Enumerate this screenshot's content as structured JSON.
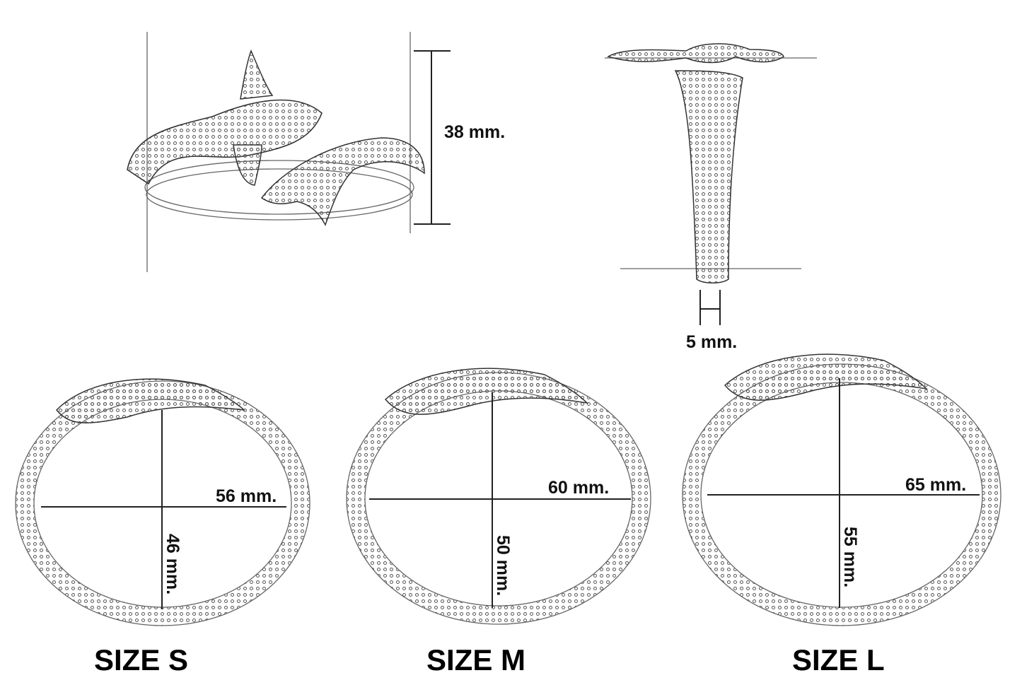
{
  "top_view": {
    "height_label": "38 mm."
  },
  "side_view": {
    "width_label": "5 mm."
  },
  "sizes": [
    {
      "label": "SIZE S",
      "width_label": "56 mm.",
      "height_label": "46 mm."
    },
    {
      "label": "SIZE M",
      "width_label": "60 mm.",
      "height_label": "50 mm."
    },
    {
      "label": "SIZE L",
      "width_label": "65 mm.",
      "height_label": "55 mm."
    }
  ],
  "colors": {
    "ink": "#222222",
    "pencil": "#666666"
  }
}
